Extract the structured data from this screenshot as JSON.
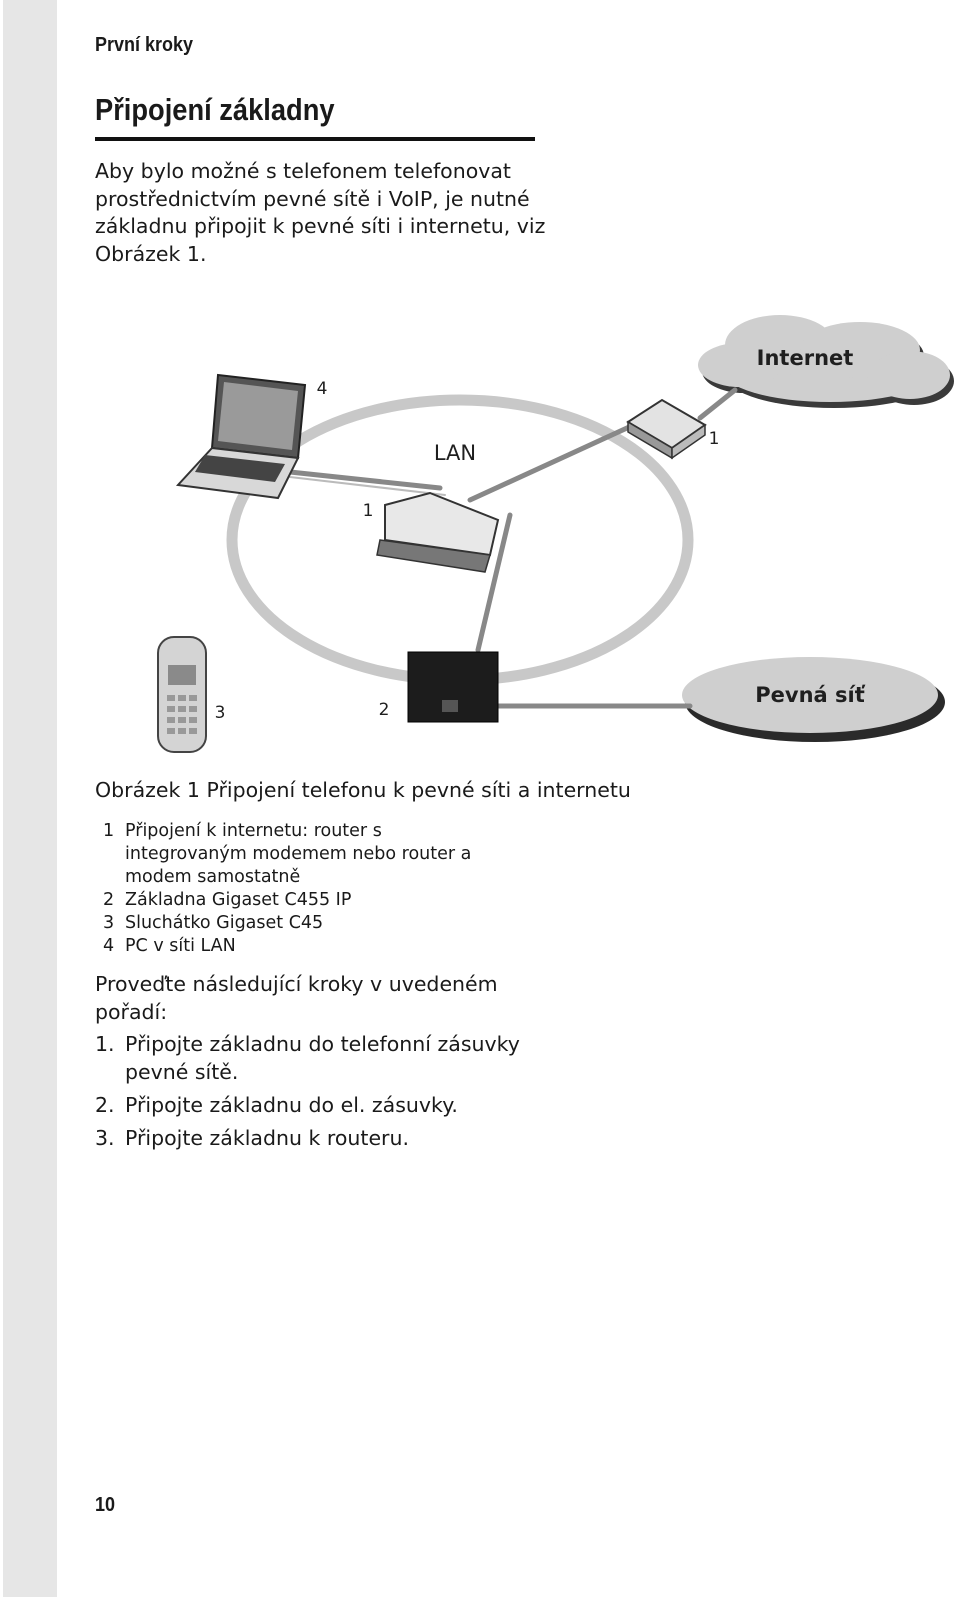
{
  "header": {
    "section_label": "První kroky",
    "title": "Připojení základny"
  },
  "intro": "Aby bylo možné s telefonem telefonovat prostřednictvím pevné sítě i VoIP, je nutné základnu připojit k pevné síti i internetu, viz Obrázek 1.",
  "figure": {
    "labels": {
      "internet": "Internet",
      "lan": "LAN",
      "landline": "Pevná síť",
      "marker_pc": "4",
      "marker_router": "1",
      "marker_modem": "1",
      "marker_handset": "3",
      "marker_base": "2"
    },
    "caption": "Obrázek 1 Připojení telefonu k pevné síti a internetu",
    "legend": [
      {
        "num": "1",
        "text": "Připojení k internetu: router s integrovaným modemem nebo router a modem samostatně"
      },
      {
        "num": "2",
        "text": "Základna Gigaset C455 IP"
      },
      {
        "num": "3",
        "text": "Sluchátko Gigaset C45"
      },
      {
        "num": "4",
        "text": "PC v síti LAN"
      }
    ]
  },
  "steps_intro": "Proveďte následující kroky v uvedeném pořadí:",
  "steps": [
    {
      "num": "1.",
      "text": "Připojte základnu do telefonní zásuvky pevné sítě."
    },
    {
      "num": "2.",
      "text": "Připojte základnu do el. zásuvky."
    },
    {
      "num": "3.",
      "text": "Připojte základnu k routeru."
    }
  ],
  "page_number": "10"
}
